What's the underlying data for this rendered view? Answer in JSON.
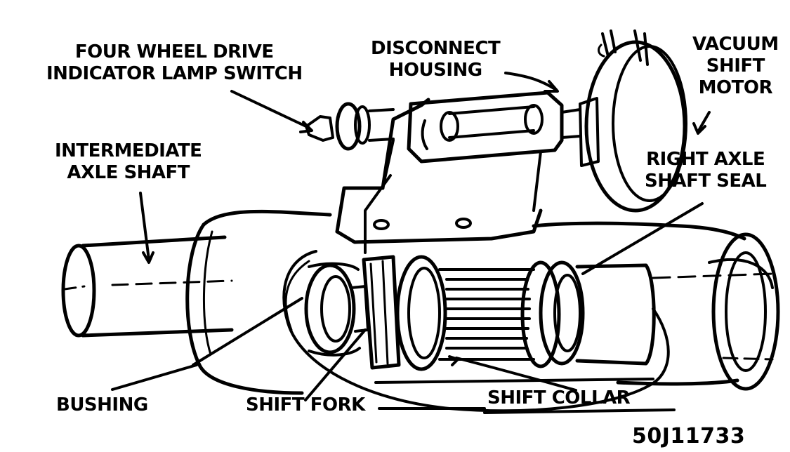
{
  "labels": {
    "four_wheel_drive_switch": [
      "FOUR WHEEL DRIVE",
      "INDICATOR LAMP SWITCH"
    ],
    "disconnect_housing": [
      "DISCONNECT",
      "HOUSING"
    ],
    "vacuum_shift_motor": [
      "VACUUM",
      "SHIFT",
      "MOTOR"
    ],
    "intermediate_axle_shaft": [
      "INTERMEDIATE",
      "AXLE SHAFT"
    ],
    "right_axle_shaft_seal": [
      "RIGHT AXLE",
      "SHAFT SEAL"
    ],
    "bushing": "BUSHING",
    "shift_fork": "SHIFT FORK",
    "shift_collar": "SHIFT COLLAR"
  },
  "reference_number": "50J11733",
  "colors": {
    "ink": "#000000",
    "paper": "#ffffff"
  }
}
